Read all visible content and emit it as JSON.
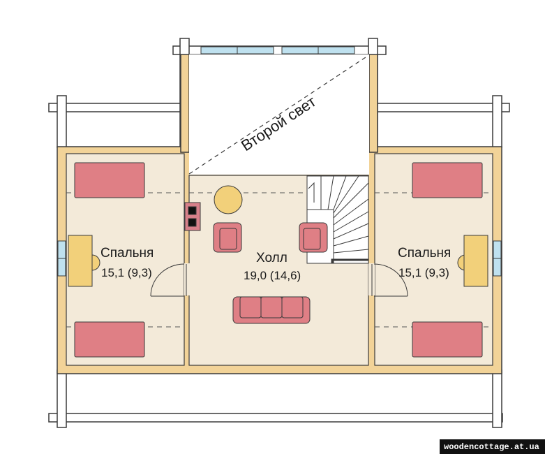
{
  "floor_plan": {
    "second_light": {
      "label": "Второй свет"
    },
    "rooms": {
      "bedroom_left": {
        "name": "Спальня",
        "area": "15,1 (9,3)"
      },
      "hall": {
        "name": "Холл",
        "area": "19,0 (14,6)"
      },
      "bedroom_right": {
        "name": "Спальня",
        "area": "15,1 (9,3)"
      }
    }
  },
  "watermark": {
    "text": "woodencottage.at.ua"
  },
  "colors": {
    "wall": "#f2d398",
    "wall_outline": "#3a3a3a",
    "floor": "#f3ead9",
    "bed": "#df7f85",
    "armchair": "#df7f85",
    "table": "#f2d07a",
    "window": "#bfe1ef",
    "stove": "#d7808a"
  }
}
